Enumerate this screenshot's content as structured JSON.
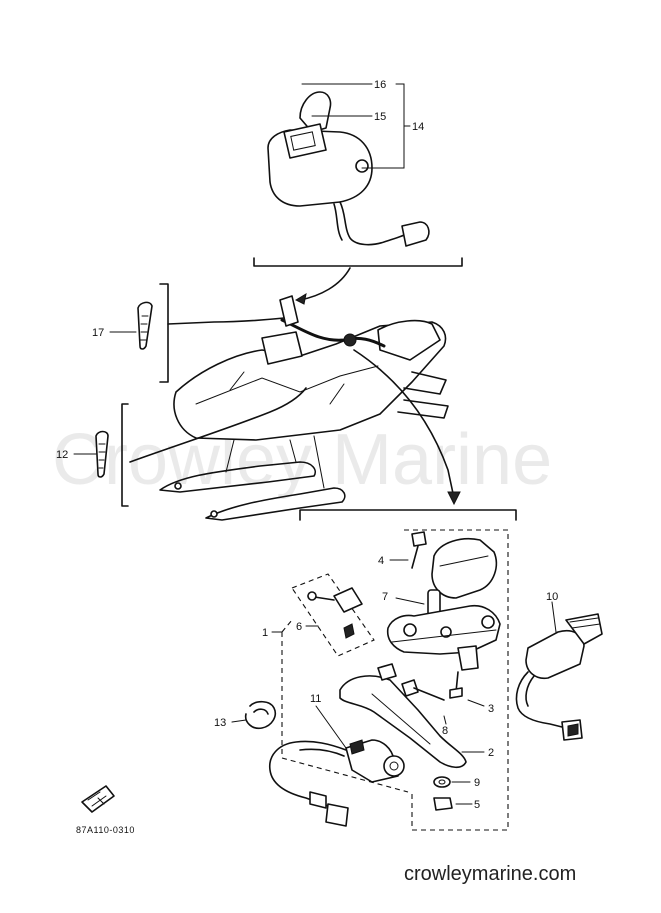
{
  "watermark": "Crowley Marine",
  "footer_site": "crowleymarine.com",
  "figure_code": "87A110-0310",
  "callouts": {
    "c1": "1",
    "c2": "2",
    "c3": "3",
    "c4": "4",
    "c5": "5",
    "c6": "6",
    "c7": "7",
    "c8": "8",
    "c9": "9",
    "c10": "10",
    "c11": "11",
    "c12": "12",
    "c13": "13",
    "c14": "14",
    "c15": "15",
    "c16": "16",
    "c17": "17"
  }
}
